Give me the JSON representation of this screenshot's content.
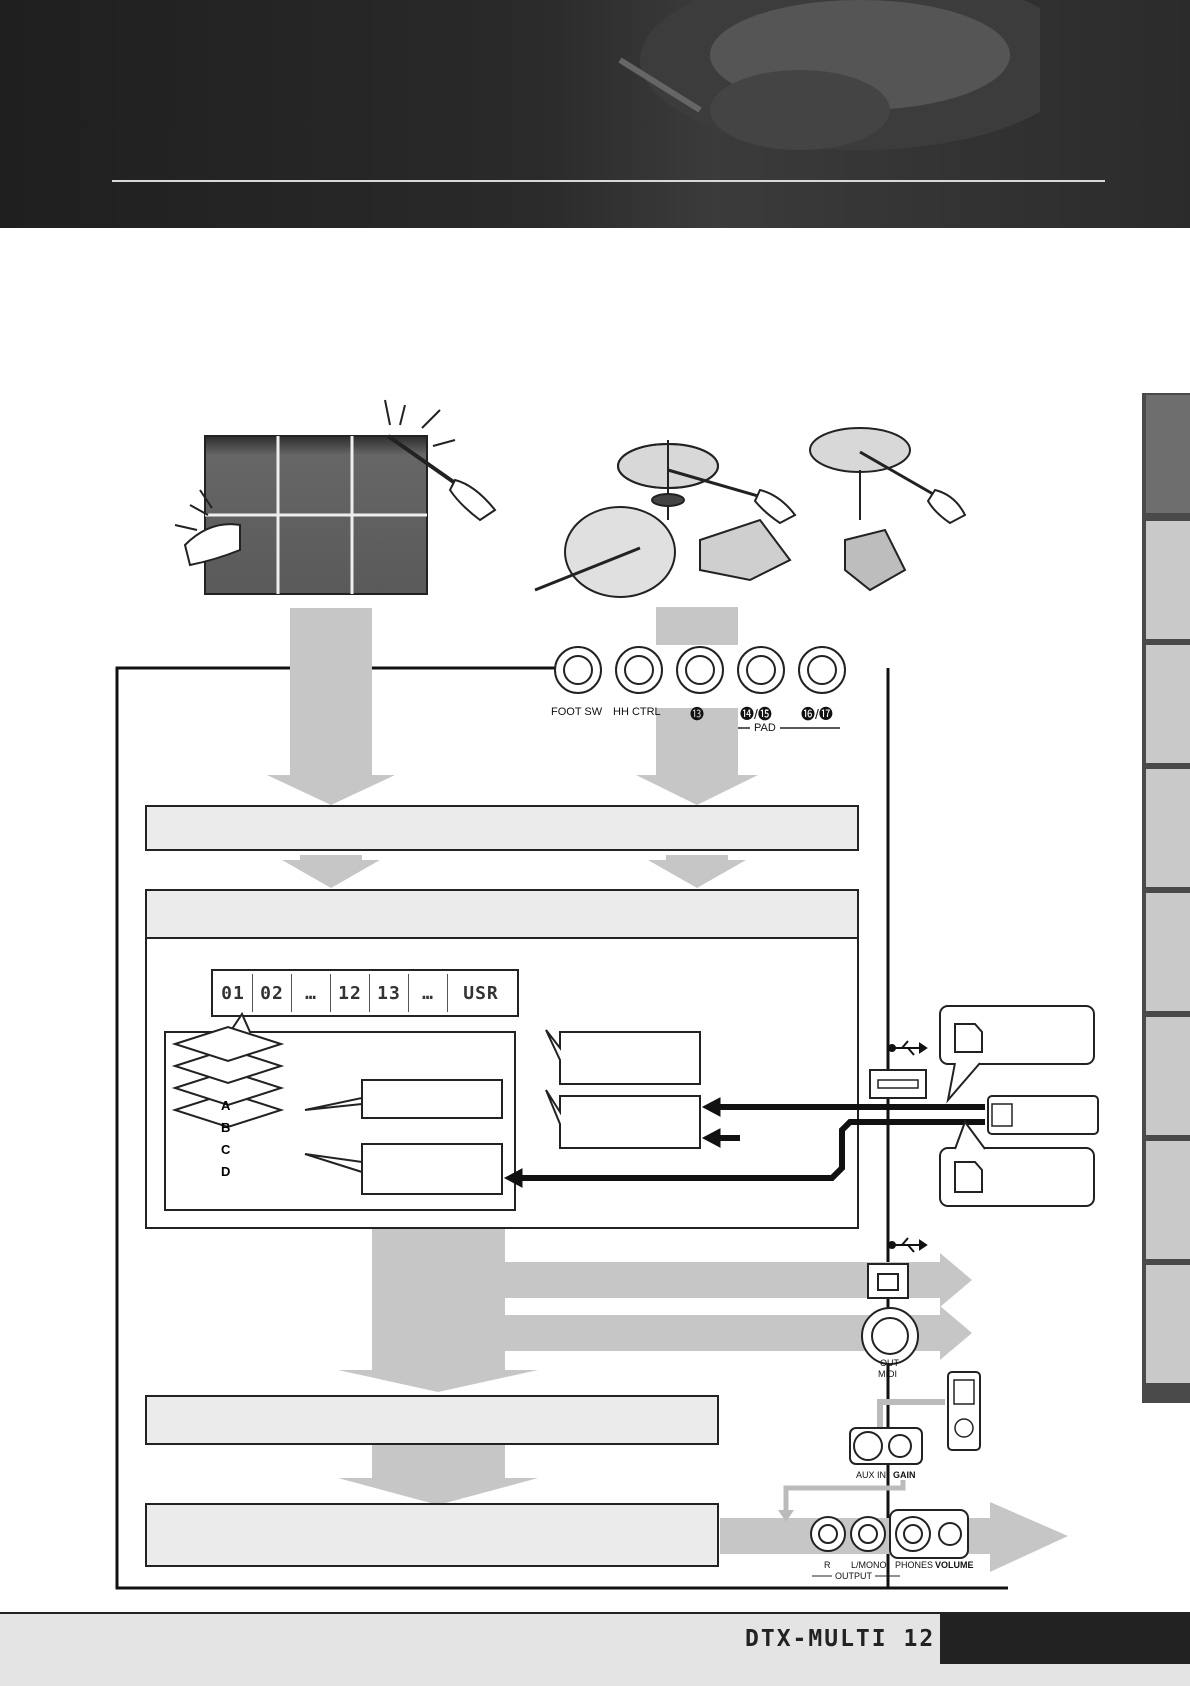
{
  "footer": {
    "model": "DTX-MULTI 12"
  },
  "jacks": {
    "foot_sw": "FOOT SW",
    "hh_ctrl": "HH CTRL",
    "pad13": "⓭",
    "pad14_15": "⓮/⓯",
    "pad16_17": "⓰/⓱",
    "pad_group": "PAD",
    "midi_out_line1": "OUT",
    "midi_out_line2": "MIDI",
    "aux_in": "AUX IN",
    "gain": "GAIN",
    "output_r": "R",
    "output_l": "L/MONO",
    "output_group": "OUTPUT",
    "phones": "PHONES",
    "volume": "VOLUME"
  },
  "kit_display": [
    "01",
    "02",
    "…",
    "12",
    "13",
    "…",
    "USR"
  ],
  "layers": [
    "A",
    "B",
    "C",
    "D"
  ],
  "colors": {
    "header_bg": "#262626",
    "stage_fill": "#ebebeb",
    "arrow_fill": "#c6c6c6",
    "tab_active": "#6e6e6e",
    "tab_inactive": "#c9c9c9"
  }
}
